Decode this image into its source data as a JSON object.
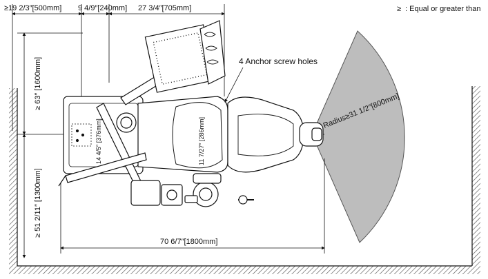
{
  "legend": {
    "symbol": "≥",
    "text": ": Equal or greater than"
  },
  "dimensions": {
    "top_left": "≥19 2/3″[500mm]",
    "top_mid": "9 4/9″[240mm]",
    "top_right": "27 3/4″[705mm]",
    "left_upper": "≥ 63″ [1600mm]",
    "left_lower": "≥ 51 2/11″ [1300mm]",
    "bottom_width": "70 6/7″[1800mm]",
    "inner_left": "14 4/5″ [376mm]",
    "inner_seat": "11 7/27″ [286mm]",
    "radius": "Radius≥31 1/2″[800mm]"
  },
  "annotations": {
    "anchor_holes": "4 Anchor screw holes"
  },
  "colors": {
    "line": "#111111",
    "sector_fill": "#bdbdbd",
    "wall_hatch": "#555555"
  }
}
